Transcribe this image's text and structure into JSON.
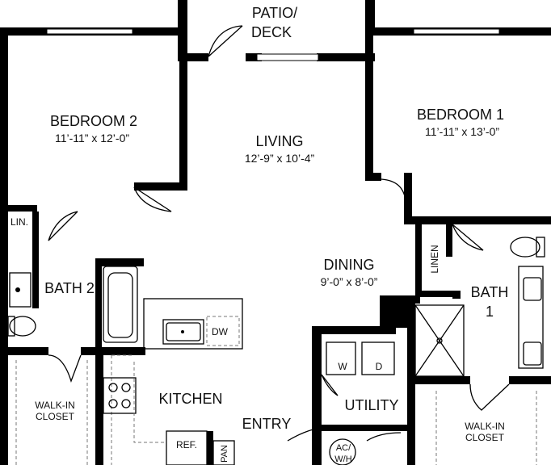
{
  "rooms": {
    "patio": {
      "line1": "PATIO/",
      "line2": "DECK"
    },
    "bedroom2": {
      "name": "BEDROOM 2",
      "dims": "11’-11” x 12’-0”"
    },
    "living": {
      "name": "LIVING",
      "dims": "12’-9” x 10’-4”"
    },
    "bedroom1": {
      "name": "BEDROOM 1",
      "dims": "11’-11” x 13’-0”"
    },
    "dining": {
      "name": "DINING",
      "dims": "9’-0” x 8’-0”"
    },
    "bath2": {
      "name": "BATH 2"
    },
    "bath1": {
      "line1": "BATH",
      "line2": "1"
    },
    "linen_small": {
      "name": "LIN."
    },
    "linen": {
      "name": "LINEN"
    },
    "walkin_left": {
      "line1": "WALK-IN",
      "line2": "CLOSET"
    },
    "walkin_right": {
      "line1": "WALK-IN",
      "line2": "CLOSET"
    },
    "kitchen": {
      "name": "KITCHEN"
    },
    "utility": {
      "name": "UTILITY"
    },
    "entry": {
      "name": "ENTRY"
    }
  },
  "fixtures": {
    "dishwasher": "DW",
    "washer": "W",
    "dryer": "D",
    "refrigerator": "REF.",
    "pantry": "PAN",
    "ac_line1": "AC/",
    "ac_line2": "W/H"
  }
}
